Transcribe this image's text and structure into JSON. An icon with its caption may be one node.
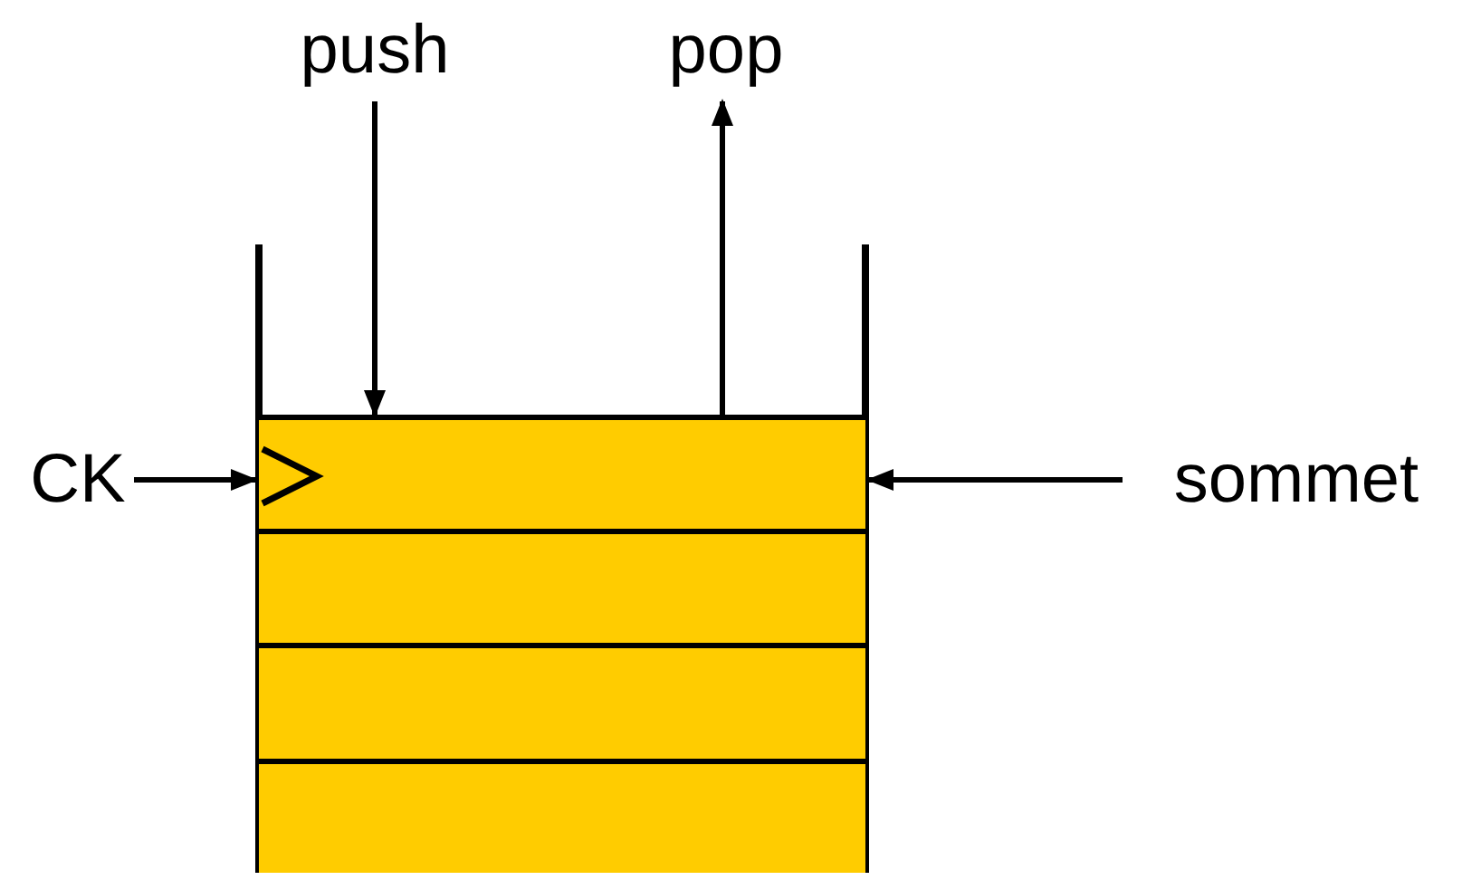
{
  "diagram": {
    "nodes": [
      {
        "text": [
          "push"
        ]
      },
      {
        "text": [
          "pop"
        ]
      },
      {
        "text": [
          "CK"
        ]
      },
      {
        "text": [
          "sommet"
        ]
      },
      {
        "text": [],
        "shape": "box"
      },
      {
        "text": [],
        "shape": "box"
      },
      {
        "text": [],
        "shape": "box"
      },
      {
        "text": [],
        "shape": "box"
      }
    ],
    "edges": [
      {
        "from": 0,
        "to": 4,
        "arrow": "to"
      },
      {
        "from": 4,
        "to": 1,
        "arrow": "to"
      },
      {
        "from": 2,
        "to": 4,
        "arrow": "to"
      },
      {
        "from": 3,
        "to": 4,
        "arrow": "to"
      }
    ]
  }
}
